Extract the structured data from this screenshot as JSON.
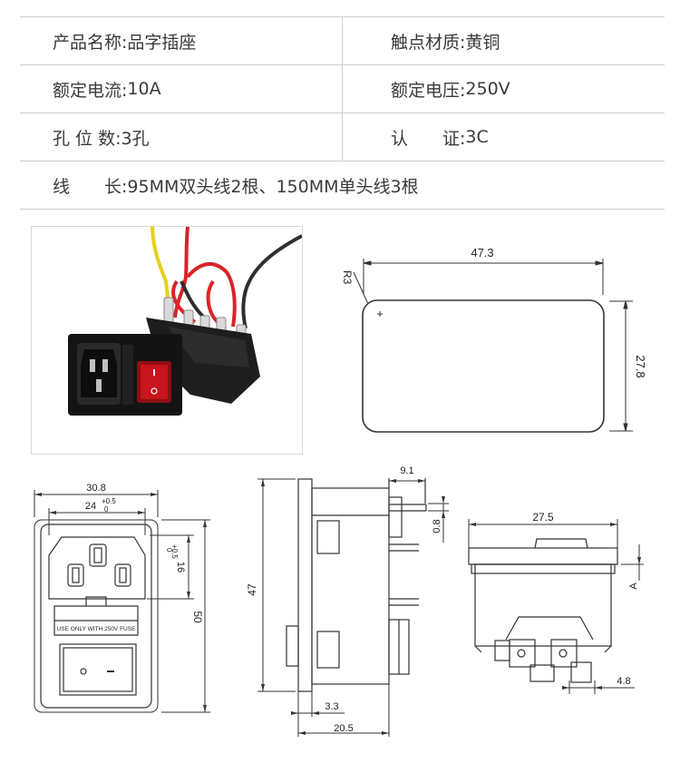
{
  "specs": {
    "product_name": {
      "label": "产品名称:",
      "value": "品字插座"
    },
    "contact_material": {
      "label": "触点材质:",
      "value": "黄铜"
    },
    "rated_current": {
      "label": "额定电流:",
      "value": "10A"
    },
    "rated_voltage": {
      "label": "额定电压:",
      "value": "250V"
    },
    "holes": {
      "label": "孔 位 数:",
      "value": "3孔"
    },
    "certification": {
      "label": "认　　证:",
      "value": "3C"
    },
    "wire_length": {
      "label": "线　　长:",
      "value": "95MM双头线2根、150MM单头线3根"
    }
  },
  "panel_drawing": {
    "radius": "R3",
    "width": "47.3",
    "height": "27.8"
  },
  "front_drawing": {
    "outer_width": "30.8",
    "inner_width": "24",
    "inner_width_tol_upper": "+0.5",
    "inner_width_tol_lower": "0",
    "socket_height": "16",
    "socket_height_tol_upper": "+0.5",
    "socket_height_tol_lower": "0",
    "total_height": "50",
    "fuse_text": "USE ONLY WITH 250V FUSE"
  },
  "side_drawing": {
    "height": "47",
    "pin_offset": "9.1",
    "pin_thickness": "0.8",
    "flange": "3.3",
    "depth": "20.5"
  },
  "switch_drawing": {
    "width": "27.5",
    "dim_a": "A",
    "pin_pitch": "4.8"
  }
}
